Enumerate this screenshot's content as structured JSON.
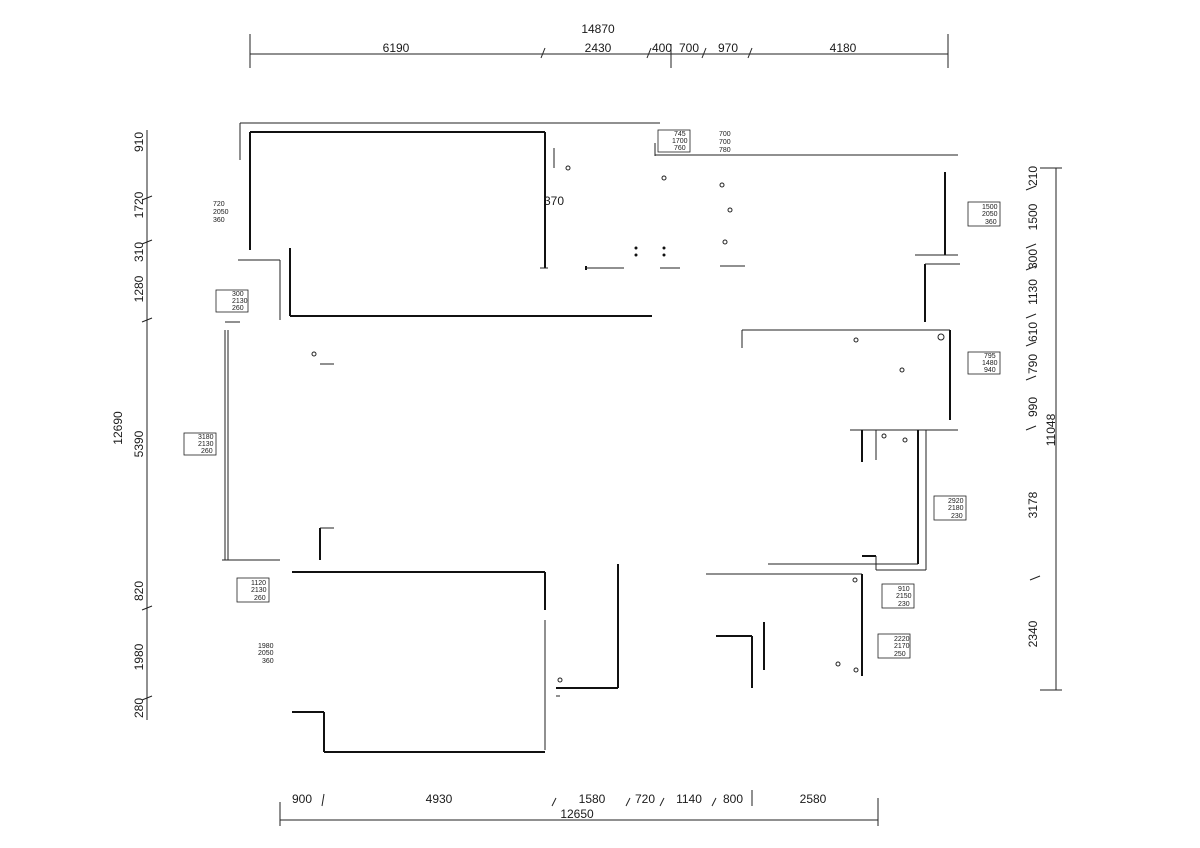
{
  "dimensions": {
    "top_total": "14870",
    "top_segments": [
      "6190",
      "2430",
      "400",
      "700",
      "970",
      "4180"
    ],
    "bottom_total": "12650",
    "bottom_segments": [
      "900",
      "4930",
      "1580",
      "720",
      "1140",
      "800",
      "2580"
    ],
    "left_total": "12690",
    "left_segments": [
      "910",
      "1720",
      "310",
      "1280",
      "5390",
      "820",
      "1980",
      "280"
    ],
    "right_total": "11048",
    "right_segments": [
      "210",
      "1500",
      "300",
      "1130",
      "610",
      "790",
      "990",
      "3178",
      "2340"
    ]
  },
  "annotation": "370",
  "window_tags": [
    {
      "id": "tag-top-left",
      "rows": [
        "720",
        "2050",
        "360"
      ]
    },
    {
      "id": "tag-left-1",
      "rows": [
        "300",
        "2130",
        "260"
      ]
    },
    {
      "id": "tag-left-2",
      "rows": [
        "3180",
        "2130",
        "260"
      ]
    },
    {
      "id": "tag-left-3",
      "rows": [
        "1120",
        "2130",
        "260"
      ]
    },
    {
      "id": "tag-left-4",
      "rows": [
        "1980",
        "2050",
        "360"
      ]
    },
    {
      "id": "tag-top-mid-a",
      "rows": [
        "745",
        "1700",
        "760"
      ]
    },
    {
      "id": "tag-top-mid-b",
      "rows": [
        "700",
        "700",
        "780"
      ]
    },
    {
      "id": "tag-right-1",
      "rows": [
        "1500",
        "2050",
        "360"
      ]
    },
    {
      "id": "tag-right-2",
      "rows": [
        "795",
        "1480",
        "940"
      ]
    },
    {
      "id": "tag-right-3",
      "rows": [
        "2920",
        "2180",
        "230"
      ]
    },
    {
      "id": "tag-right-4",
      "rows": [
        "910",
        "2150",
        "230"
      ]
    },
    {
      "id": "tag-right-5",
      "rows": [
        "2220",
        "2170",
        "250"
      ]
    }
  ]
}
